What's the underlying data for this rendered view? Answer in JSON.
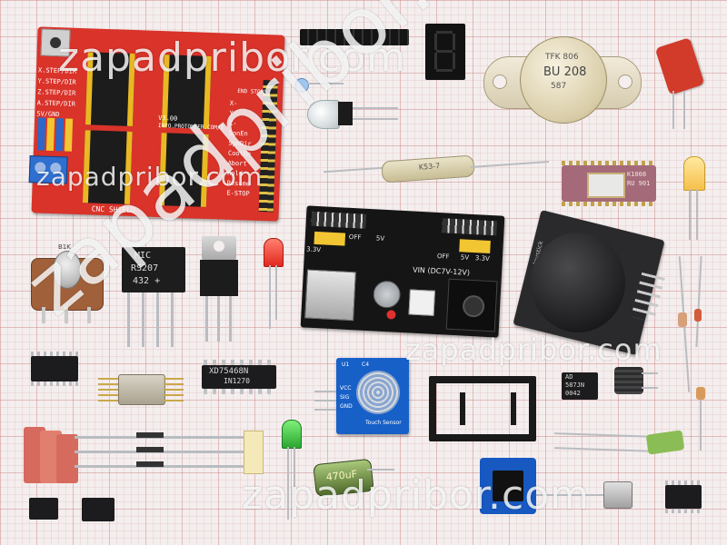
{
  "watermark": {
    "brand": "zapadpribor.com"
  },
  "cnc_shield": {
    "title": "CNC SHIELD",
    "version": "V3.00",
    "site": "INFO.PROTONEER.COM/I",
    "left_labels": [
      "X.STEP/DIR",
      "Y.STEP/DIR",
      "Z.STEP/DIR",
      "A.STEP/DIR",
      "5V/GND"
    ],
    "right_labels": [
      "X-",
      "Y-",
      "Z-",
      "SpnEn",
      "SpnDir",
      "CoolEn",
      "Abort",
      "Hold",
      "Resume",
      "E-STOP"
    ],
    "end_stops": "END STOPS"
  },
  "transistor_to3": {
    "line1": "TFK 806",
    "line2": "BU 208",
    "line3": "587"
  },
  "axial_capacitor": {
    "label": "K53-7"
  },
  "eprom_chip": {
    "line1": "K1008",
    "line2": "RU 901"
  },
  "potentiometer": {
    "label": "B1K"
  },
  "bridge_rectifier": {
    "line1": "MIC",
    "line2": "RS207",
    "line3": "432 +"
  },
  "power_module": {
    "label_off_left": "OFF",
    "label_off_right": "OFF",
    "label_33v_left": "3.3V",
    "label_5v_right": "5V",
    "label_33v_right": "3.3V",
    "label_5v_left": "5V",
    "vin": "VIN (DC7V-12V)"
  },
  "joystick": {
    "label": "Joystick"
  },
  "dip_chip": {
    "line1": "XD75468N",
    "line2": "IN1270"
  },
  "touch_sensor": {
    "label1": "U1",
    "label2": "C4",
    "label3": "Touch Sensor",
    "pins": [
      "VCC",
      "SIG",
      "GND"
    ]
  },
  "op_amp": {
    "line1": "AD",
    "line2": "587JN",
    "line3": "0042"
  },
  "electrolytic": {
    "label": "470uF"
  }
}
